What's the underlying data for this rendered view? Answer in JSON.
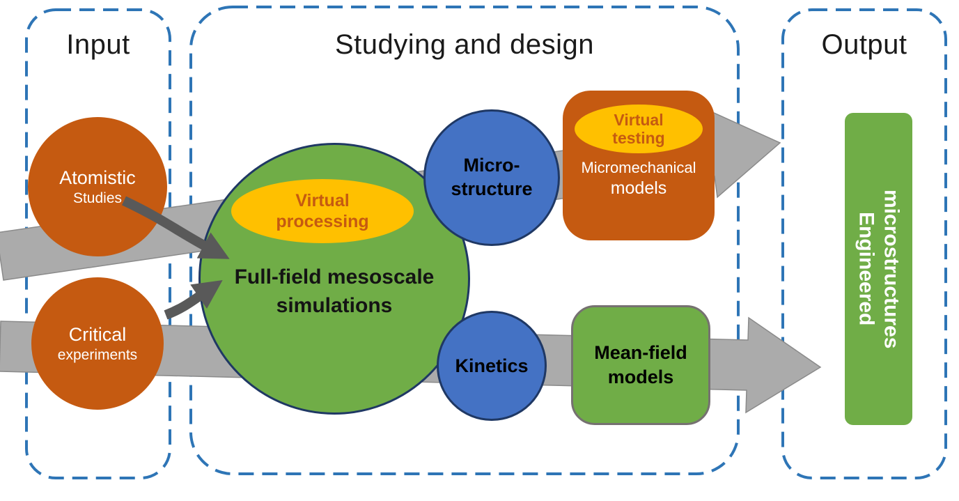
{
  "sections": {
    "input": {
      "title": "Input"
    },
    "studying": {
      "title": "Studying and design"
    },
    "output": {
      "title": "Output"
    }
  },
  "input": {
    "atomistic": {
      "line1": "Atomistic",
      "line2": "Studies"
    },
    "critical": {
      "line1": "Critical",
      "line2": "experiments"
    }
  },
  "studying": {
    "virtual_processing": {
      "line1": "Virtual",
      "line2": "processing"
    },
    "full_field": {
      "line1": "Full-field mesoscale",
      "line2": "simulations"
    },
    "microstructure": {
      "line1": "Micro-",
      "line2": "structure"
    },
    "kinetics": {
      "label": "Kinetics"
    },
    "virtual_testing": {
      "line1": "Virtual",
      "line2": "testing"
    },
    "micromechanical": {
      "line1": "Micromechanical",
      "line2": "models"
    },
    "mean_field": {
      "line1": "Mean-field",
      "line2": "models"
    }
  },
  "output": {
    "engineered": {
      "line1": "Engineered",
      "line2": "microstructures"
    }
  },
  "colors": {
    "orange": "#C55A11",
    "green": "#70AD47",
    "blue": "#4472C4",
    "yellow": "#FFC000",
    "dashed_border": "#2E75B6",
    "arrow_gray": "#ABABAB",
    "navy_border": "#1F3864"
  }
}
